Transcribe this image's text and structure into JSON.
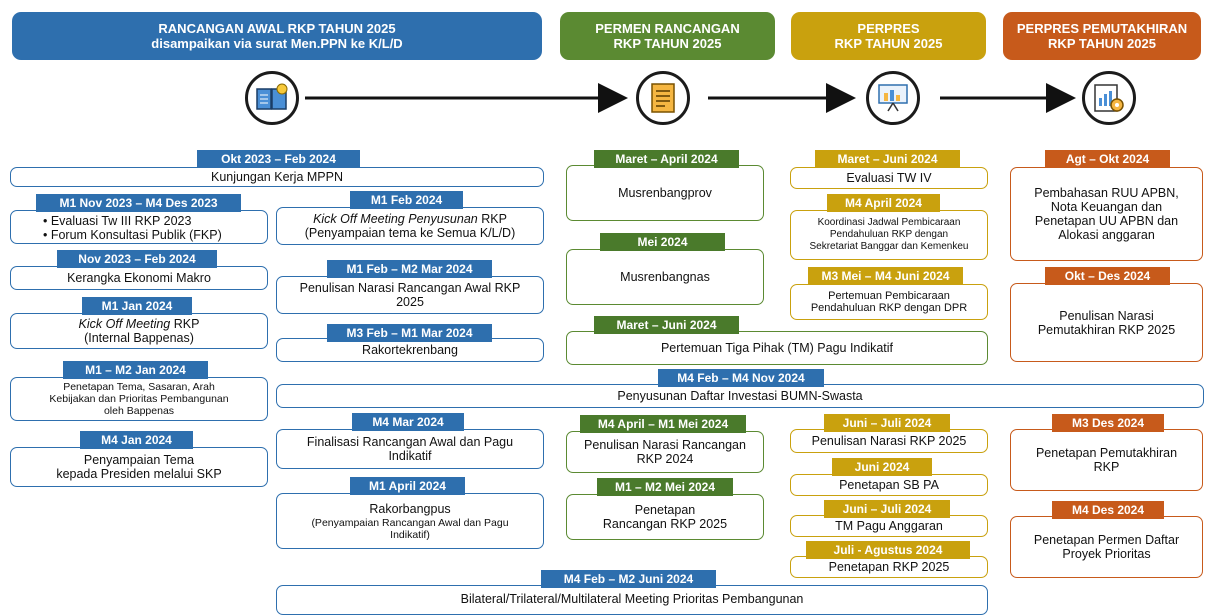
{
  "headers": {
    "h1_line1": "RANCANGAN AWAL RKP TAHUN 2025",
    "h1_line2": "disampaikan via surat Men.PPN ke K/L/D",
    "h2_line1": "PERMEN RANCANGAN",
    "h2_line2": "RKP TAHUN 2025",
    "h3_line1": "PERPRES",
    "h3_line2": "RKP TAHUN 2025",
    "h4_line1": "PERPRES PEMUTAKHIRAN",
    "h4_line2": "RKP TAHUN 2025"
  },
  "colors": {
    "blue": "#2e6fae",
    "green": "#5b8a32",
    "yellow": "#c9a10e",
    "orange": "#c75a1b"
  },
  "icons": [
    "book-lightbulb-icon",
    "document-icon",
    "presentation-chart-icon",
    "report-gear-icon"
  ],
  "col1": {
    "kunjungan": {
      "label": "Okt 2023 – Feb 2024",
      "text": "Kunjungan Kerja MPPN"
    },
    "evaluasi": {
      "label": "M1 Nov 2023 – M4 Des 2023",
      "item1": "• Evaluasi Tw III RKP 2023",
      "item2": "• Forum Konsultasi Publik (FKP)"
    },
    "kerangka": {
      "label": "Nov 2023 – Feb 2024",
      "text": "Kerangka Ekonomi Makro"
    },
    "kickoff": {
      "label": "M1 Jan 2024",
      "text_italic": "Kick Off Meeting",
      "text_rest": " RKP",
      "text2": "(Internal Bappenas)"
    },
    "penetapan_tema": {
      "label": "M1 – M2 Jan 2024",
      "l1": "Penetapan Tema, Sasaran, Arah",
      "l2": "Kebijakan dan Prioritas Pembangunan",
      "l3": "oleh Bappenas"
    },
    "penyampaian": {
      "label": "M4 Jan 2024",
      "l1": "Penyampaian Tema",
      "l2": "kepada Presiden melalui SKP"
    }
  },
  "col2": {
    "kickoff": {
      "label": "M1 Feb 2024",
      "text_italic": "Kick Off  Meeting Penyusunan",
      "text_rest": " RKP",
      "text2": "(Penyampaian tema ke Semua K/L/D)"
    },
    "narasi": {
      "label": "M1 Feb – M2 Mar 2024",
      "l1": "Penulisan Narasi Rancangan Awal RKP",
      "l2": "2025"
    },
    "rakortek": {
      "label": "M3 Feb – M1 Mar 2024",
      "text": "Rakortekrenbang"
    },
    "finalisasi": {
      "label": "M4 Mar 2024",
      "l1": "Finalisasi Rancangan Awal dan Pagu",
      "l2": "Indikatif"
    },
    "rakorbangpus": {
      "label": "M1 April 2024",
      "l1": "Rakorbangpus",
      "l2": "(Penyampaian Rancangan Awal dan Pagu",
      "l3": "Indikatif)"
    }
  },
  "col3": {
    "musrenbangprov": {
      "label": "Maret – April 2024",
      "text": "Musrenbangprov"
    },
    "musrenbangnas": {
      "label": "Mei 2024",
      "text": "Musrenbangnas"
    },
    "narasi": {
      "label": "M4 April – M1 Mei 2024",
      "l1": "Penulisan Narasi Rancangan",
      "l2": "RKP 2024"
    },
    "penetapan": {
      "label": "M1 – M2 Mei 2024",
      "l1": "Penetapan",
      "l2": "Rancangan RKP 2025"
    }
  },
  "col4": {
    "evaluasi": {
      "label": "Maret – Juni 2024",
      "text": "Evaluasi TW IV"
    },
    "koordinasi": {
      "label": "M4 April 2024",
      "l1": "Koordinasi Jadwal Pembicaraan",
      "l2": "Pendahuluan RKP dengan",
      "l3": "Sekretariat Banggar dan Kemenkeu"
    },
    "pertemuan": {
      "label": "M3 Mei – M4 Juni 2024",
      "l1": "Pertemuan Pembicaraan",
      "l2": "Pendahuluan RKP dengan DPR"
    },
    "narasi": {
      "label": "Juni – Juli 2024",
      "text": "Penulisan Narasi RKP 2025"
    },
    "sbpa": {
      "label": "Juni 2024",
      "text": "Penetapan SB PA"
    },
    "tmpagu": {
      "label": "Juni – Juli 2024",
      "text": "TM Pagu Anggaran"
    },
    "penetapan": {
      "label": "Juli - Agustus 2024",
      "text": "Penetapan RKP 2025"
    }
  },
  "col5": {
    "pembahasan": {
      "label": "Agt – Okt 2024",
      "l1": "Pembahasan RUU APBN,",
      "l2": "Nota Keuangan dan",
      "l3": "Penetapan UU APBN dan",
      "l4": "Alokasi anggaran"
    },
    "narasi": {
      "label": "Okt – Des 2024",
      "l1": "Penulisan Narasi",
      "l2": "Pemutakhiran RKP 2025"
    },
    "pemutakhiran": {
      "label": "M3 Des 2024",
      "l1": "Penetapan Pemutakhiran",
      "l2": "RKP"
    },
    "permen": {
      "label": "M4 Des 2024",
      "l1": "Penetapan Permen Daftar",
      "l2": "Proyek Prioritas"
    }
  },
  "span": {
    "tm": {
      "label": "Maret – Juni 2024",
      "text": "Pertemuan Tiga Pihak (TM) Pagu Indikatif"
    },
    "bumn": {
      "label": "M4 Feb – M4 Nov 2024",
      "text": "Penyusunan Daftar Investasi BUMN-Swasta"
    },
    "bilateral": {
      "label": "M4 Feb – M2 Juni 2024",
      "text": "Bilateral/Trilateral/Multilateral Meeting Prioritas Pembangunan"
    }
  }
}
